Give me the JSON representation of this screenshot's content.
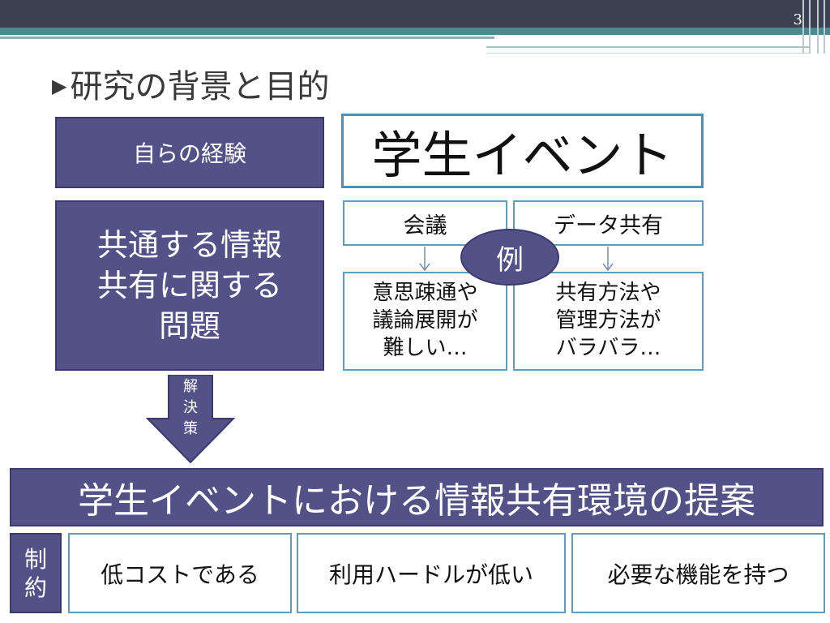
{
  "slide": {
    "number": "3",
    "title_bullet": "▶",
    "title": "研究の背景と目的"
  },
  "left": {
    "experience": "自らの経験",
    "problem_lines": [
      "共通する情報",
      "共有に関する",
      "問題"
    ]
  },
  "right": {
    "event": "学生イベント",
    "example": "例",
    "meeting": "会議",
    "data_share": "データ共有",
    "meeting_issue_lines": [
      "意思疎通や",
      "議論展開が",
      "難しい…"
    ],
    "data_issue_lines": [
      "共有方法や",
      "管理方法が",
      "バラバラ…"
    ]
  },
  "arrow": {
    "label_lines": [
      "解",
      "決",
      "策"
    ]
  },
  "proposal": "学生イベントにおける情報共有環境の提案",
  "constraints": {
    "label_lines": [
      "制",
      "約"
    ],
    "items": [
      "低コストである",
      "利用ハードルが低い",
      "必要な機能を持つ"
    ]
  },
  "colors": {
    "navy": "#525188",
    "outline_blue": "#5f9cbf",
    "header_dark": "#3d4050",
    "header_teal": "#4a8a8c"
  }
}
